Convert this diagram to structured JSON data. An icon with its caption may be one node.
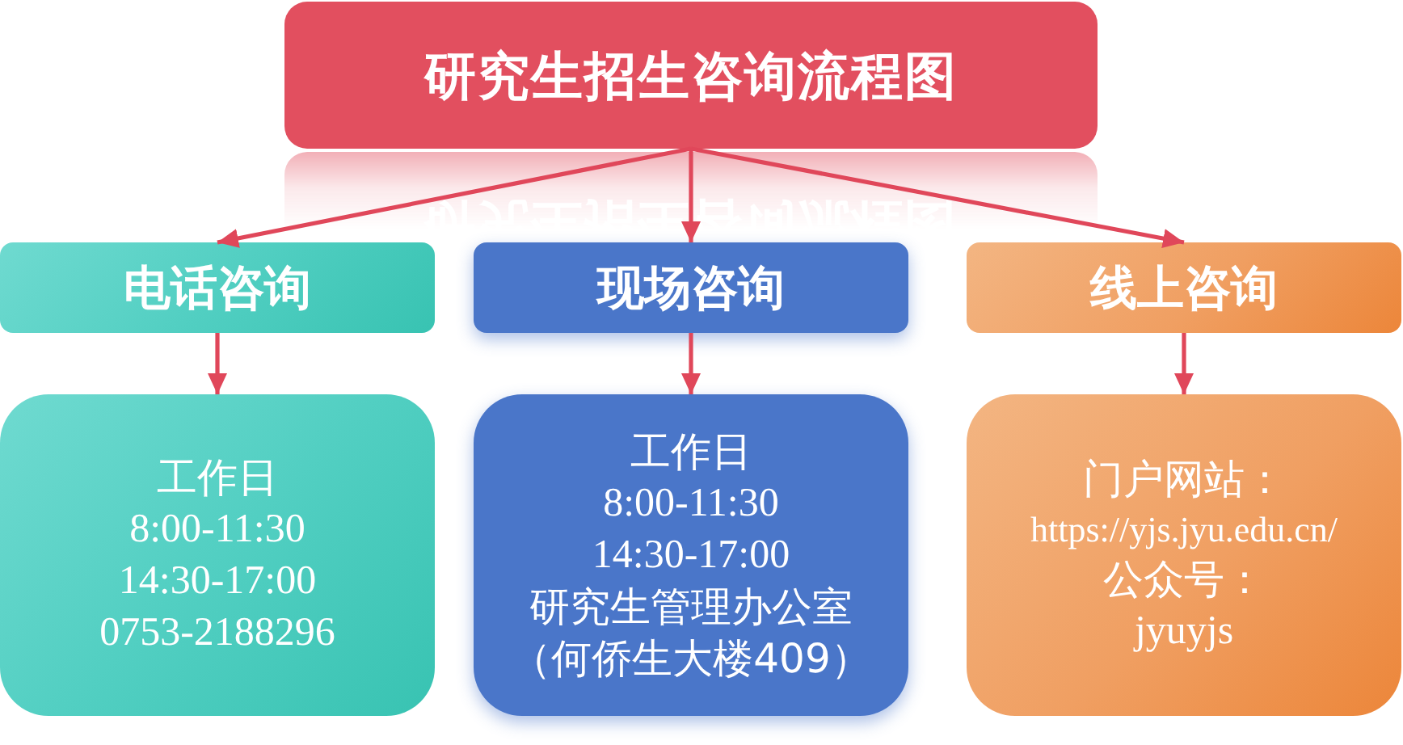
{
  "diagram": {
    "nodes": [
      {
        "text": [
          "研究生招生咨询流程图"
        ]
      },
      {
        "text": [
          "电话咨询"
        ]
      },
      {
        "text": [
          "现场咨询"
        ]
      },
      {
        "text": [
          "线上咨询"
        ]
      },
      {
        "text": [
          "工作日",
          "8:00-11:30",
          "14:30-17:00",
          "0753-2188296"
        ]
      },
      {
        "text": [
          "工作日",
          "8:00-11:30",
          "14:30-17:00",
          "研究生管理办公室",
          "（何侨生大楼409）"
        ]
      },
      {
        "text": [
          "门户网站：",
          "https://yjs.jyu.edu.cn/",
          "公众号：",
          "jyuyjs"
        ]
      }
    ],
    "edges": [
      {
        "from": 0,
        "to": 1,
        "arrow": "to"
      },
      {
        "from": 0,
        "to": 2,
        "arrow": "to"
      },
      {
        "from": 0,
        "to": 3,
        "arrow": "to"
      },
      {
        "from": 1,
        "to": 4,
        "arrow": "to"
      },
      {
        "from": 2,
        "to": 5,
        "arrow": "to"
      },
      {
        "from": 3,
        "to": 6,
        "arrow": "to"
      }
    ]
  }
}
